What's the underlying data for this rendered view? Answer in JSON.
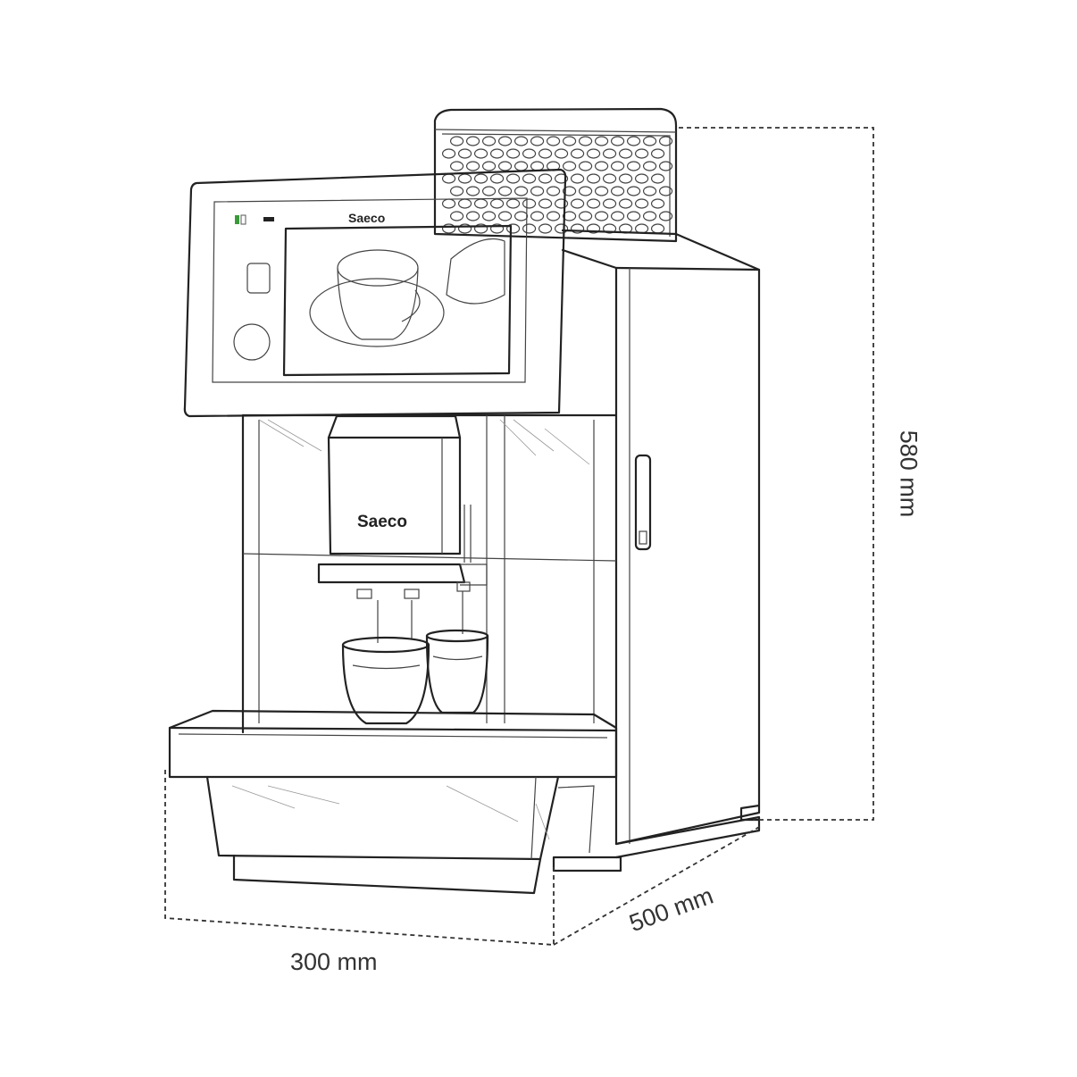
{
  "brand": "Saeco",
  "dimensions": {
    "height": "580 mm",
    "width": "300 mm",
    "depth": "500 mm"
  },
  "colors": {
    "line": "#222222",
    "background": "#ffffff",
    "screen_indicator": "#3a9a3a"
  }
}
